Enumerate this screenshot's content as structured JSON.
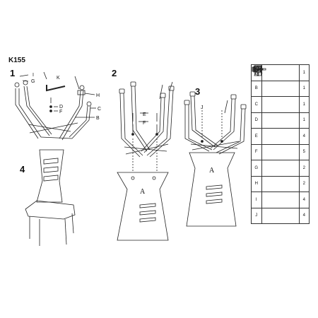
{
  "document": {
    "title": "K155",
    "steps": [
      "1",
      "2",
      "3",
      "4"
    ]
  },
  "step1": {
    "labels": {
      "I": "I",
      "G": "G",
      "K": "K",
      "H": "H",
      "D": "D",
      "F": "F",
      "C": "C",
      "B": "B"
    }
  },
  "step2": {
    "labels": {
      "E": "E",
      "F": "F",
      "A": "A"
    }
  },
  "step3": {
    "labels": {
      "J": "J",
      "A": "A"
    }
  },
  "parts": [
    {
      "letter": "A",
      "icon": "seat-panel-icon",
      "qty": "1"
    },
    {
      "letter": "B",
      "icon": "leg-frame-icon",
      "qty": "1"
    },
    {
      "letter": "C",
      "icon": "leg-frame-icon",
      "qty": "1"
    },
    {
      "letter": "D",
      "icon": "bolt-icon",
      "qty": "1"
    },
    {
      "letter": "E",
      "icon": "long-bolt-icon",
      "qty": "4"
    },
    {
      "letter": "F",
      "icon": "washer-icon",
      "qty": "5"
    },
    {
      "letter": "G",
      "icon": "nut-cap-icon",
      "qty": "2"
    },
    {
      "letter": "H",
      "icon": "bracket-icon",
      "qty": "2"
    },
    {
      "letter": "I",
      "icon": "screw-icon",
      "qty": "4"
    },
    {
      "letter": "J",
      "icon": "wood-screw-icon",
      "qty": "4"
    }
  ]
}
